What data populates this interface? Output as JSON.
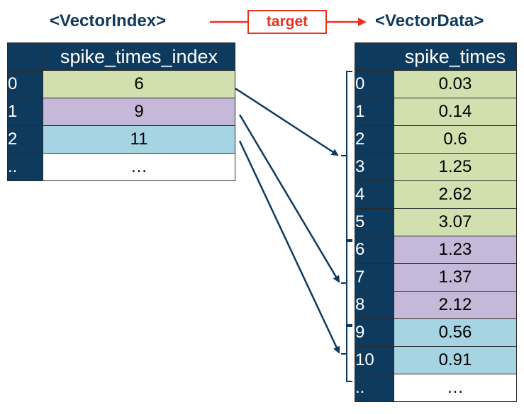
{
  "index": {
    "title": "<VectorIndex>",
    "header": "spike_times_index",
    "rows": [
      {
        "i": "0",
        "v": "6"
      },
      {
        "i": "1",
        "v": "9"
      },
      {
        "i": "2",
        "v": "11"
      },
      {
        "i": "..",
        "v": "…"
      }
    ]
  },
  "target_label": "target",
  "data": {
    "title": "<VectorData>",
    "header": "spike_times",
    "rows": [
      {
        "i": "0",
        "v": "0.03"
      },
      {
        "i": "1",
        "v": "0.14"
      },
      {
        "i": "2",
        "v": "0.6"
      },
      {
        "i": "3",
        "v": "1.25"
      },
      {
        "i": "4",
        "v": "2.62"
      },
      {
        "i": "5",
        "v": "3.07"
      },
      {
        "i": "6",
        "v": "1.23"
      },
      {
        "i": "7",
        "v": "1.37"
      },
      {
        "i": "8",
        "v": "2.12"
      },
      {
        "i": "9",
        "v": "0.56"
      },
      {
        "i": "10",
        "v": "0.91"
      },
      {
        "i": "..",
        "v": "…"
      }
    ]
  },
  "colors": {
    "header": "#0e3a5e",
    "group_green": "#d2dfae",
    "group_purple": "#c5b8d8",
    "group_blue": "#a7d4e2",
    "target_arrow": "#e8321e",
    "pointer_arrow": "#0e3a5e"
  }
}
